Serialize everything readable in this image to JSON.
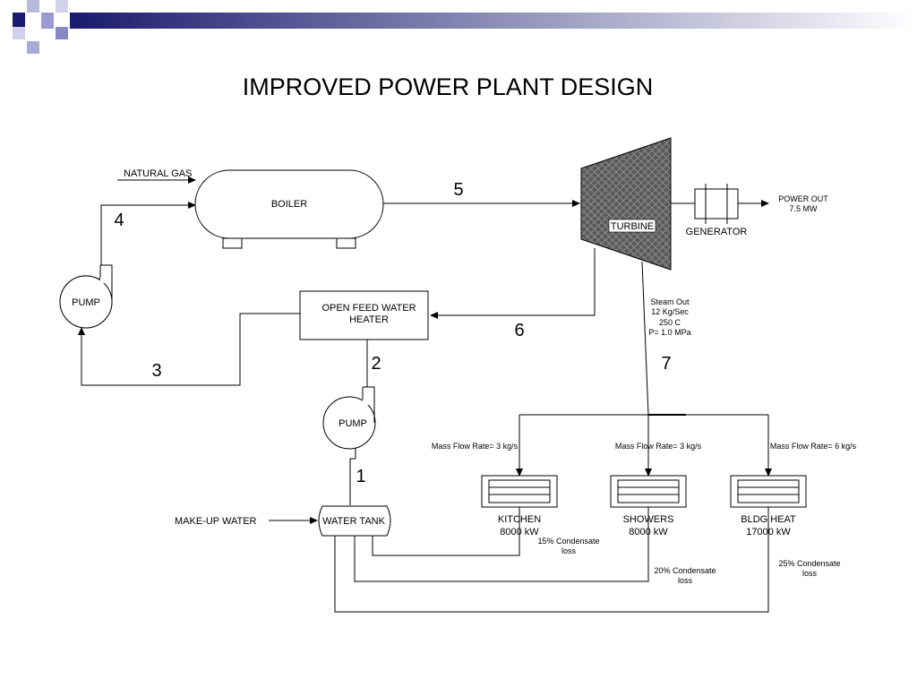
{
  "slide": {
    "title": "IMPROVED POWER PLANT DESIGN",
    "header_gradient": {
      "from": "#1a1a6e",
      "to": "#ffffff"
    }
  },
  "diagram": {
    "inputs": {
      "natural_gas": "NATURAL GAS",
      "make_up_water": "MAKE-UP WATER"
    },
    "components": {
      "boiler": "BOILER",
      "turbine": "TURBINE",
      "generator": "GENERATOR",
      "pump_top": "PUMP",
      "pump_bottom": "PUMP",
      "feed_water_heater": [
        "OPEN FEED WATER",
        "HEATER"
      ],
      "water_tank": "WATER TANK"
    },
    "power_out": [
      "POWER OUT",
      "7.5 MW"
    ],
    "steam_out": [
      "Steam Out",
      "12 Kg/Sec",
      "250 C",
      "P= 1.0 MPa"
    ],
    "state_points": [
      "1",
      "2",
      "3",
      "4",
      "5",
      "6",
      "7"
    ],
    "loads": [
      {
        "name": "KITCHEN",
        "power": "8000 kW",
        "mass_flow": "Mass Flow Rate= 3 kg/s",
        "condensate": [
          "15% Condensate",
          "loss"
        ]
      },
      {
        "name": "SHOWERS",
        "power": "8000 kW",
        "mass_flow": "Mass Flow Rate= 3 kg/s",
        "condensate": [
          "20% Condensate",
          "loss"
        ]
      },
      {
        "name": "BLDG HEAT",
        "power": "17000 kW",
        "mass_flow": "Mass Flow Rate= 6 kg/s",
        "condensate": [
          "25% Condensate",
          "loss"
        ]
      }
    ]
  }
}
